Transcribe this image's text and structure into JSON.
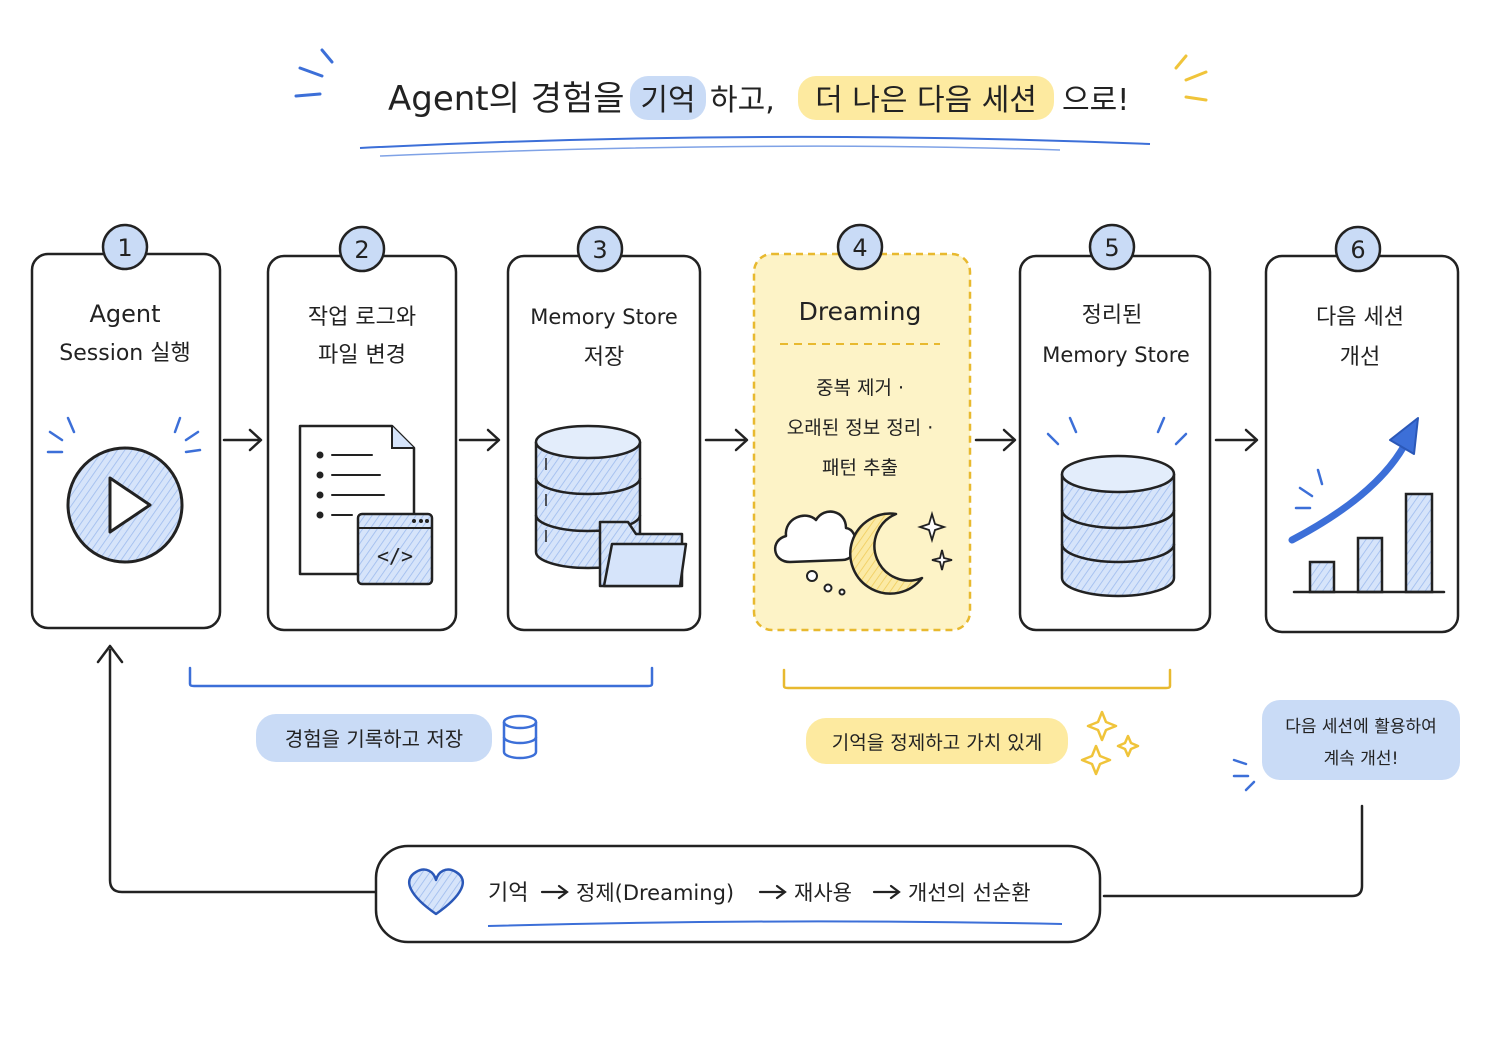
{
  "title": {
    "part1": "Agent의 경험을",
    "hl1": "기억",
    "part2": "하고,",
    "hl2": "더 나은 다음 세션",
    "part3": "으로!"
  },
  "steps": [
    {
      "num": "1",
      "line1": "Agent",
      "line2": "Session 실행",
      "icon": "play-icon"
    },
    {
      "num": "2",
      "line1": "작업 로그와",
      "line2": "파일 변경",
      "icon": "document-code-icon"
    },
    {
      "num": "3",
      "line1": "Memory Store",
      "line2": "저장",
      "icon": "database-folder-icon"
    },
    {
      "num": "4",
      "line1": "Dreaming",
      "line2": "",
      "icon": "cloud-moon-icon",
      "desc": [
        "중복 제거 ·",
        "오래된 정보 정리 ·",
        "패턴 추출"
      ]
    },
    {
      "num": "5",
      "line1": "정리된",
      "line2": "Memory Store",
      "icon": "database-icon"
    },
    {
      "num": "6",
      "line1": "다음 세션",
      "line2": "개선",
      "icon": "growth-chart-icon"
    }
  ],
  "labels": {
    "record": "경험을 기록하고 저장",
    "refine": "기억을 정제하고 가치 있게",
    "reuse_line1": "다음 세션에 활용하여",
    "reuse_line2": "계속 개선!"
  },
  "cycle": {
    "w1": "기억",
    "w2": "정제(Dreaming)",
    "w3": "재사용",
    "w4": "개선의 선순환"
  },
  "colors": {
    "blue": "#c9dbf6",
    "blue_stroke": "#3c6fd8",
    "yellow": "#fdf2c2",
    "yellow_stroke": "#e8b92f",
    "ink": "#222222"
  }
}
